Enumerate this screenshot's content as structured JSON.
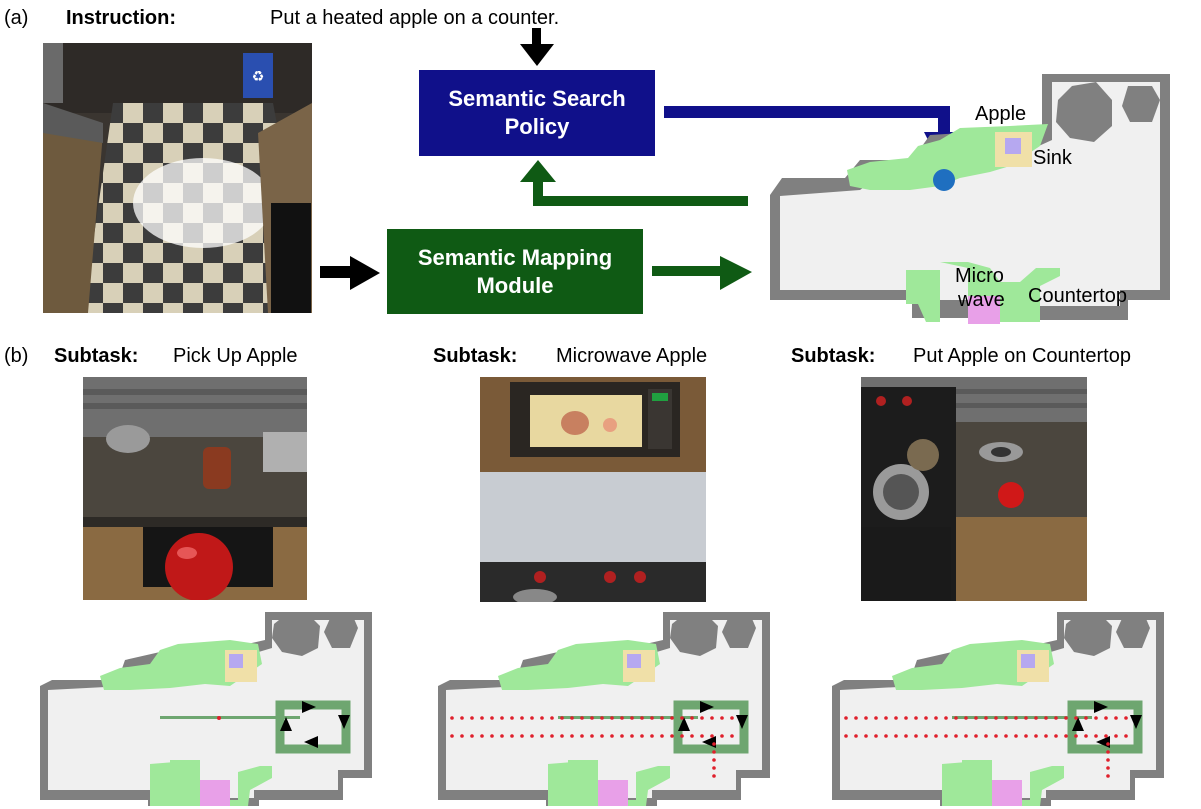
{
  "panel_a": {
    "label": "(a)",
    "instruction_label": "Instruction:",
    "instruction_text": "Put a heated apple on a counter.",
    "policy_box": {
      "line1": "Semantic Search",
      "line2": "Policy",
      "color": "#10108a"
    },
    "mapping_box": {
      "line1": "Semantic Mapping",
      "line2": "Module",
      "color": "#0f5a14"
    },
    "map_labels": {
      "apple": "Apple",
      "sink": "Sink",
      "micro": "Micro",
      "wave": "wave",
      "countertop": "Countertop"
    }
  },
  "panel_b": {
    "label": "(b)",
    "subtask_label": "Subtask:",
    "subtasks": [
      {
        "title": "Pick Up Apple"
      },
      {
        "title": "Microwave Apple"
      },
      {
        "title": "Put Apple on Countertop"
      }
    ]
  },
  "colors": {
    "map_floor": "#f0f0f0",
    "map_wall": "#808080",
    "map_green": "#9fe89a",
    "map_sink": "#f0e0a8",
    "map_apple": "#b6a8f0",
    "map_microwave": "#e8a0e8",
    "path_dots": "#e0202c",
    "policy_arrow": "#10108a",
    "mapping_arrow": "#0f5a14"
  }
}
